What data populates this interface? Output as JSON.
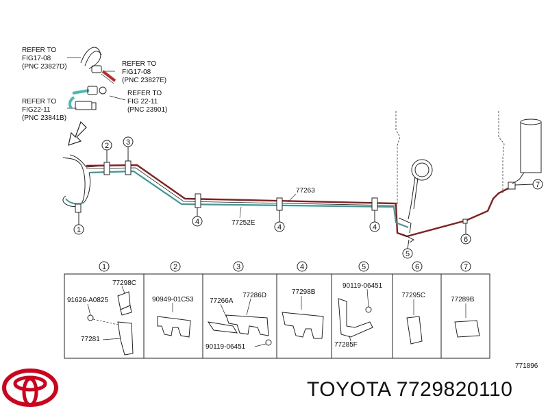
{
  "refs": [
    {
      "line1": "REFER TO",
      "line2": "FIG17-08",
      "line3": "(PNC 23827D)"
    },
    {
      "line1": "REFER TO",
      "line2": "FIG17-08",
      "line3": "(PNC 23827E)"
    },
    {
      "line1": "REFER TO",
      "line2": "FIG22-11",
      "line3": "(PNC 23841B)"
    },
    {
      "line1": "REFER TO",
      "line2": "FIG 22-11",
      "line3": "(PNC 23901)"
    }
  ],
  "main_parts": {
    "upper_tube": "77263",
    "lower_tube": "77252E"
  },
  "callouts": [
    "1",
    "2",
    "3",
    "4",
    "5",
    "6",
    "7"
  ],
  "panels": [
    {
      "num": "1",
      "parts": [
        "77298C",
        "91626-A0825",
        "77281"
      ]
    },
    {
      "num": "2",
      "parts": [
        "90949-01C53"
      ]
    },
    {
      "num": "3",
      "parts": [
        "77266A",
        "77286D",
        "90119-06451"
      ]
    },
    {
      "num": "4",
      "parts": [
        "77298B"
      ]
    },
    {
      "num": "5",
      "parts": [
        "90119-06451",
        "77285F"
      ]
    },
    {
      "num": "6",
      "parts": [
        "77295C"
      ]
    },
    {
      "num": "7",
      "parts": [
        "77289B"
      ]
    }
  ],
  "figure_code": "771896",
  "brand": {
    "name": "TOYOTA",
    "part_number": "7729820110",
    "logo_color": "#d4001a"
  },
  "colors": {
    "tube_red": "#8a1c1c",
    "tube_teal": "#3a9a96",
    "highlight_red": "#c0262c",
    "highlight_teal": "#4bb8b3"
  }
}
